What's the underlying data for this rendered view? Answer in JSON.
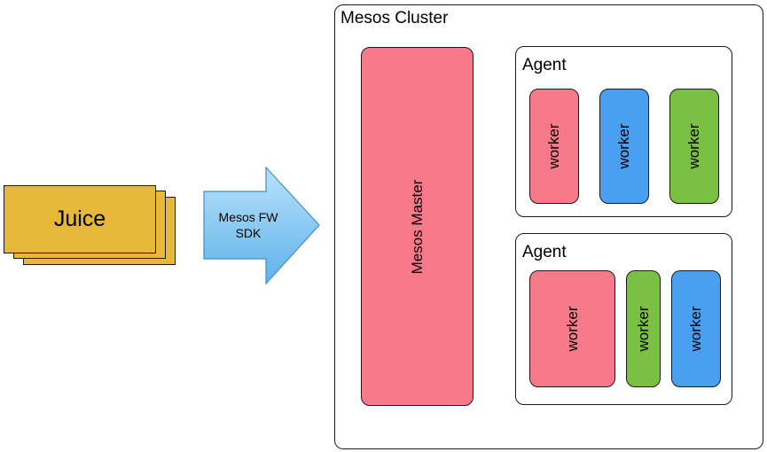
{
  "juice": {
    "label": "Juice"
  },
  "arrow": {
    "line1": "Mesos FW",
    "line2": "SDK"
  },
  "cluster": {
    "title": "Mesos Cluster",
    "master_label": "Mesos Master",
    "agents": [
      {
        "title": "Agent",
        "workers": [
          "worker",
          "worker",
          "worker"
        ]
      },
      {
        "title": "Agent",
        "workers": [
          "worker",
          "worker",
          "worker"
        ]
      }
    ]
  },
  "colors": {
    "juice": "#e6b83a",
    "arrow": "#7ec6f0",
    "master": "#f77a8a",
    "worker_pink": "#f77a8a",
    "worker_blue": "#4aa0f0",
    "worker_green": "#7ac143"
  }
}
